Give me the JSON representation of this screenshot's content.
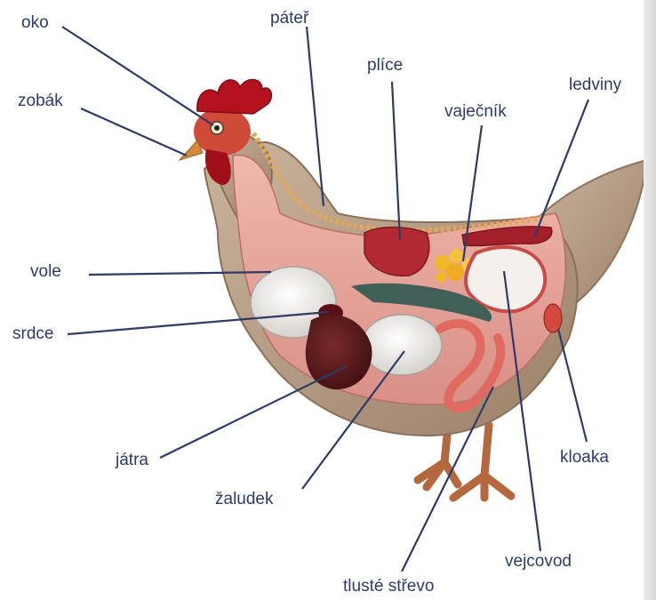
{
  "labels": {
    "oko": "oko",
    "zobak": "zobák",
    "pater": "páteř",
    "plice": "plíce",
    "vajecnik": "vaječník",
    "ledviny": "ledviny",
    "vole": "vole",
    "srdce": "srdce",
    "jatra": "játra",
    "zaludek": "žaludek",
    "kloaka": "kloaka",
    "vejcovod": "vejcovod",
    "tluste_strevo": "tlusté střevo"
  },
  "colors": {
    "label_text": "#2e3b67",
    "leader_line": "#2e3b67",
    "feathers": "#b59c83",
    "body_cavity": "#e7a79b",
    "comb": "#b3121e",
    "legs": "#b3683d"
  }
}
